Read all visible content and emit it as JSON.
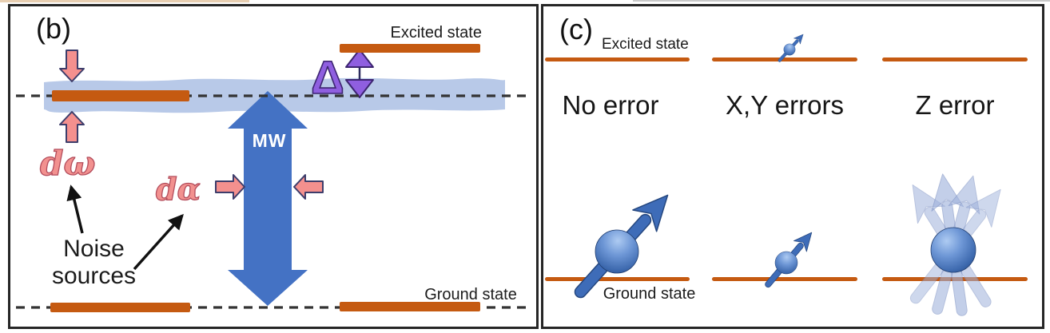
{
  "colors": {
    "orange": "#C55A11",
    "band_blue": "#B4C6E7",
    "mw_blue": "#4472C4",
    "pink": "#F4908E",
    "pink_outline": "#3D3D6B",
    "purple": "#8F5FE0",
    "purple_dark": "#3C2470",
    "spin_blue": "#3E6CB8",
    "ghost_blue": "#9FB2DC",
    "dashed_line": "#333333"
  },
  "panel_b": {
    "label": "(b)",
    "excited_state": "Excited state",
    "ground_state": "Ground state",
    "mw": "MW",
    "delta": "Δ",
    "domega": "dω",
    "dalpha": "dα",
    "noise_line1": "Noise",
    "noise_line2": "sources"
  },
  "panel_c": {
    "label": "(c)",
    "excited_state": "Excited state",
    "ground_state": "Ground state",
    "columns": [
      {
        "label": "No error"
      },
      {
        "label": "X,Y errors"
      },
      {
        "label": "Z error"
      }
    ]
  }
}
